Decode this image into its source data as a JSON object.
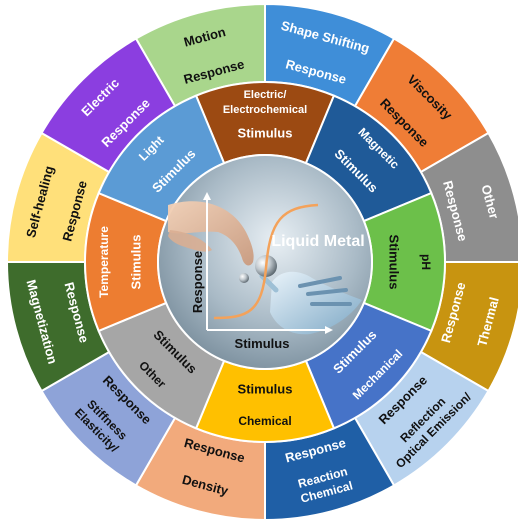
{
  "outer_ring": {
    "sectors": [
      {
        "name": "Motion",
        "sublabel": "Response",
        "color": "#a9d68c"
      },
      {
        "name": "Shape Shifting",
        "sublabel": "Response",
        "color": "#3f8ed8"
      },
      {
        "name": "Viscosity",
        "sublabel": "Response",
        "color": "#ef7d36"
      },
      {
        "name": "Other",
        "sublabel": "Response",
        "color": "#8e8e8e"
      },
      {
        "name": "Thermal",
        "sublabel": "Response",
        "color": "#c89410"
      },
      {
        "name": "Optical Emission/ Reflection",
        "sublabel": "Response",
        "color": "#b7d2ee"
      },
      {
        "name": "Chemical Reaction",
        "sublabel": "Response",
        "color": "#1f5fa6"
      },
      {
        "name": "Density",
        "sublabel": "Response",
        "color": "#f2aa7c"
      },
      {
        "name": "Elasticity/ Stiffness",
        "sublabel": "Response",
        "color": "#8ea3d8"
      },
      {
        "name": "Magnetization",
        "sublabel": "Response",
        "color": "#3e6c2c"
      },
      {
        "name": "Self-healing",
        "sublabel": "Response",
        "color": "#ffe07a"
      },
      {
        "name": "Electric",
        "sublabel": "Response",
        "color": "#8b3ee0"
      }
    ]
  },
  "inner_ring": {
    "sectors": [
      {
        "name": "Electric/ Electrochemical",
        "sublabel": "Stimulus",
        "color": "#9c4a12"
      },
      {
        "name": "Magnetic",
        "sublabel": "Stimulus",
        "color": "#1f5a98"
      },
      {
        "name": "pH",
        "sublabel": "Stimulus",
        "color": "#6cc04a"
      },
      {
        "name": "Mechanical",
        "sublabel": "Stimulus",
        "color": "#4673c8"
      },
      {
        "name": "Chemical",
        "sublabel": "Stimulus",
        "color": "#ffc000"
      },
      {
        "name": "Other",
        "sublabel": "Stimulus",
        "color": "#a6a6a6"
      },
      {
        "name": "Temperature",
        "sublabel": "Stimulus",
        "color": "#ed7d31"
      },
      {
        "name": "Light",
        "sublabel": "Stimulus",
        "color": "#5b9bd5"
      }
    ]
  },
  "center": {
    "title": "Liquid Metal",
    "y_axis_label": "Response",
    "x_axis_label": "Stimulus",
    "curve_color": "#f4a25a"
  }
}
